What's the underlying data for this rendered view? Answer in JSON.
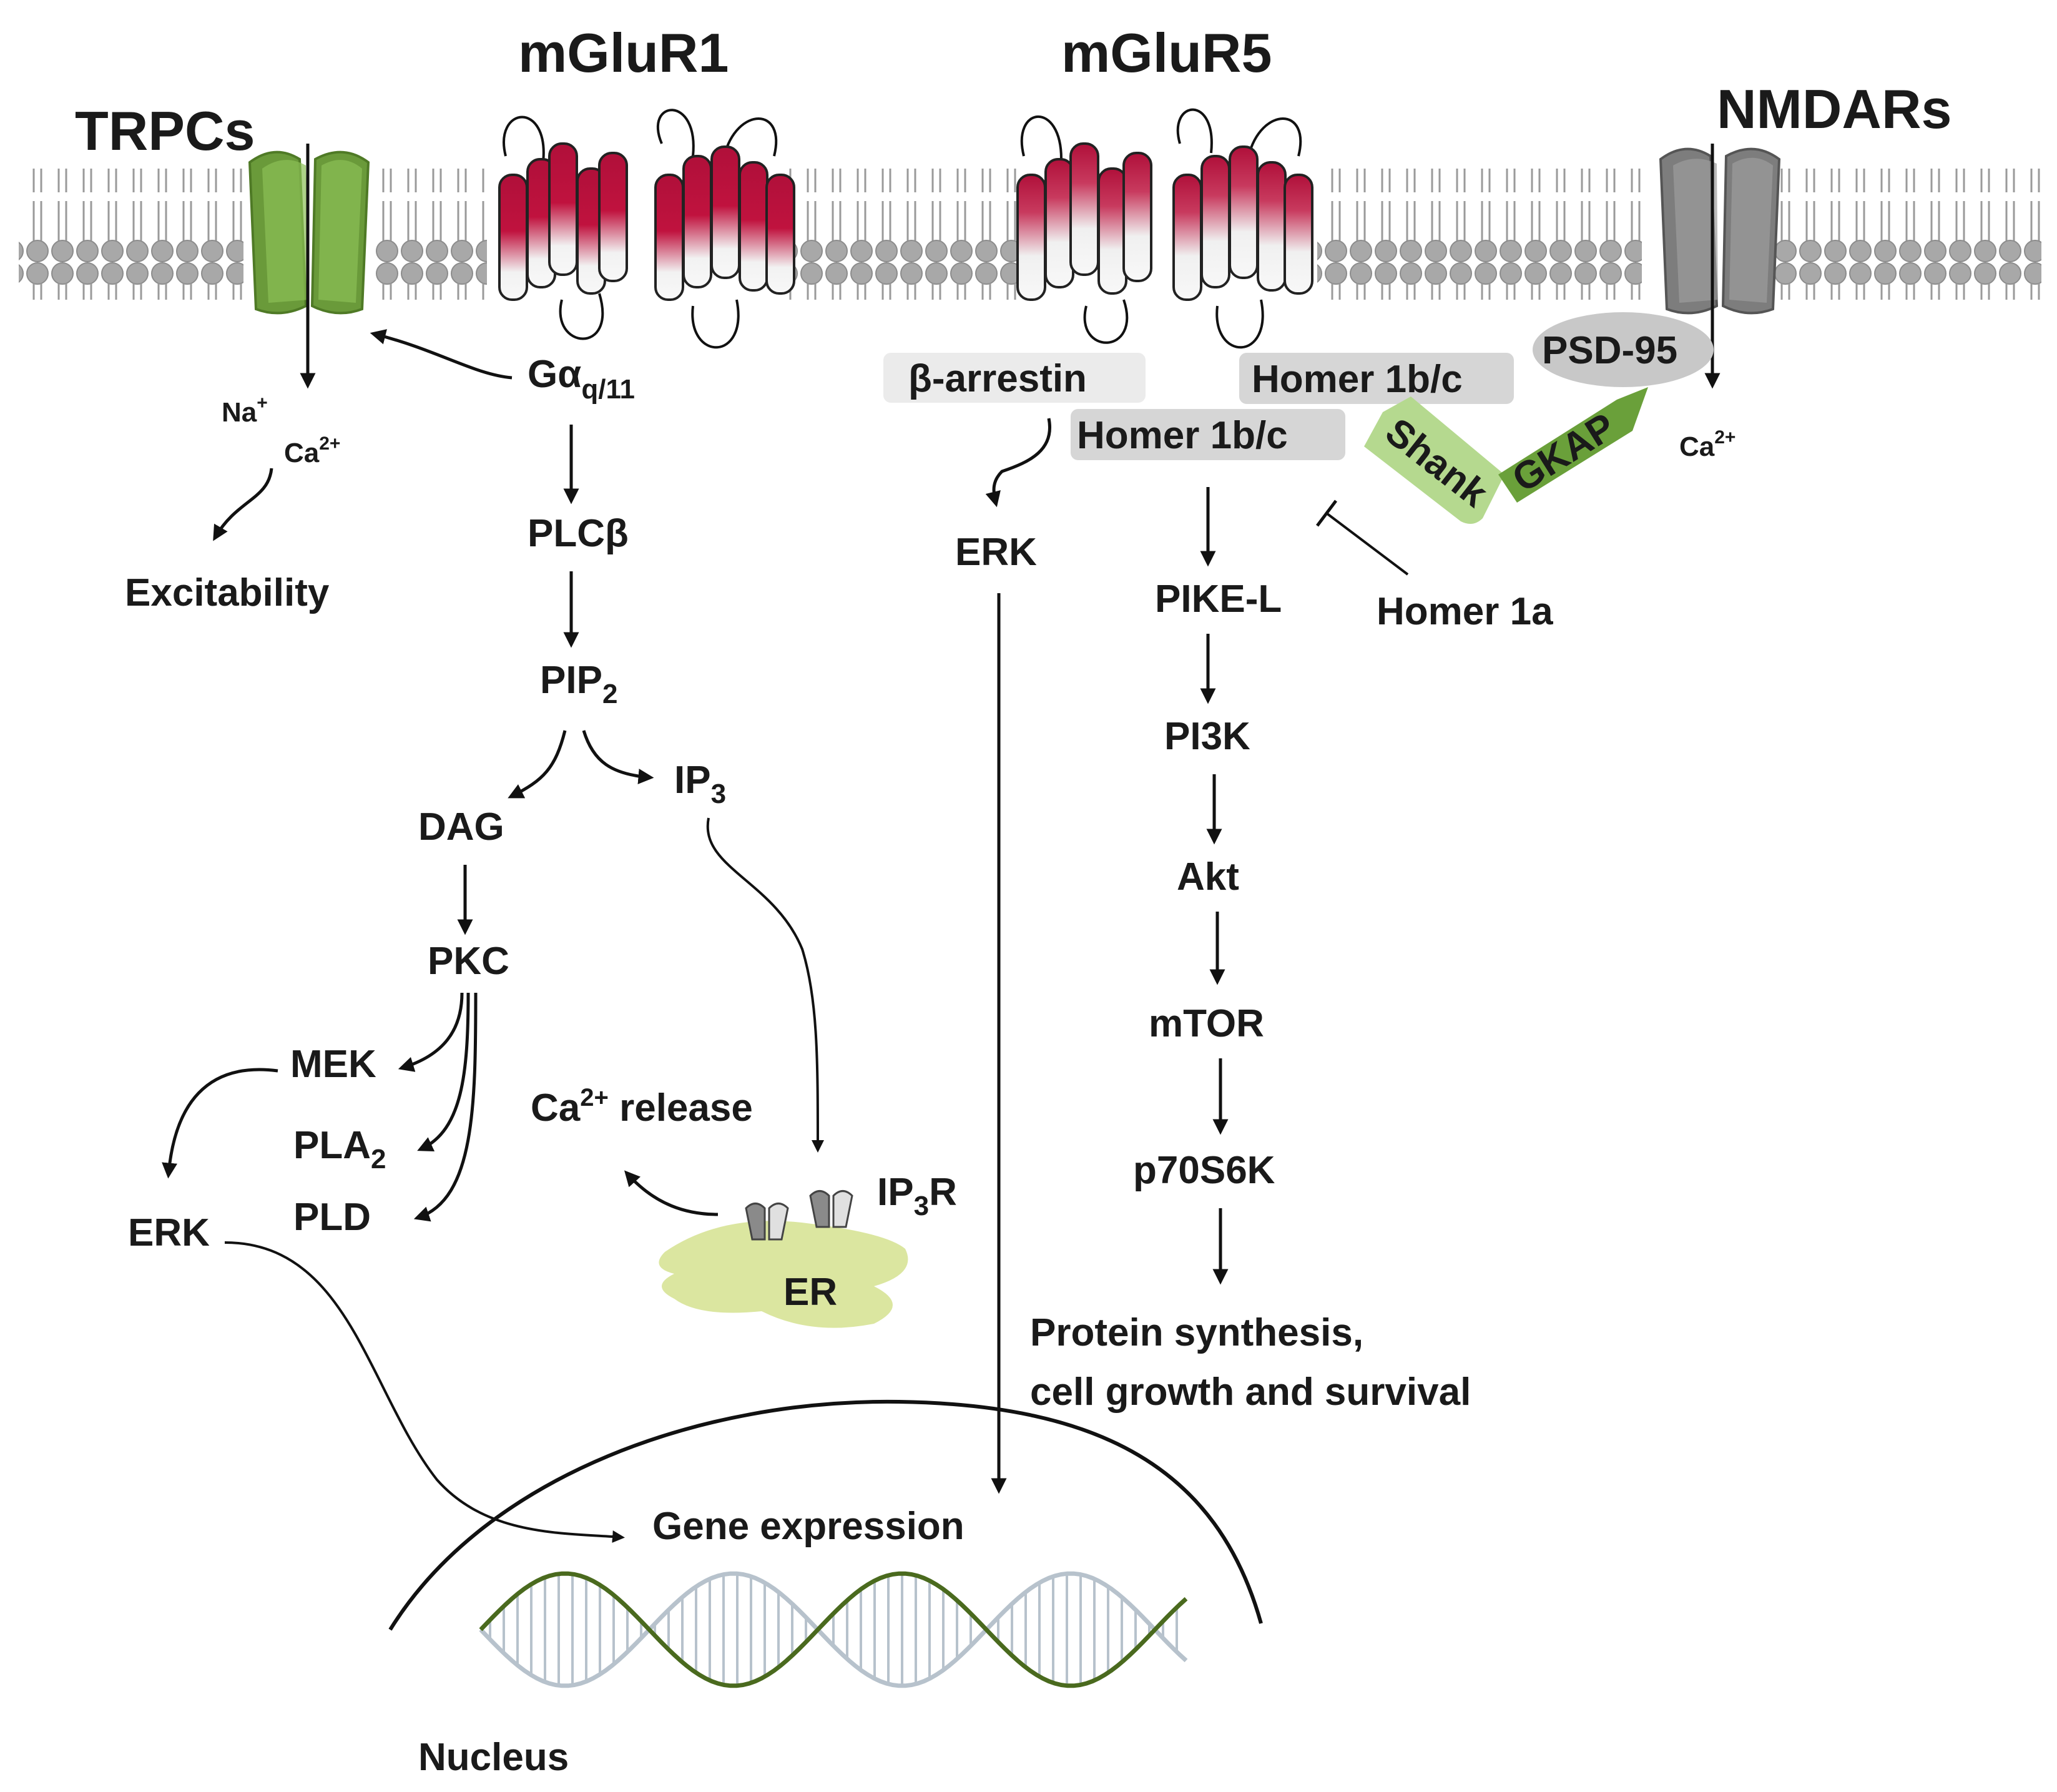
{
  "membrane": {
    "trpc_label": "TRPCs",
    "mglur1_label": "mGluR1",
    "mglur5_label": "mGluR5",
    "nmdar_label": "NMDARs"
  },
  "left_pathway": {
    "g_protein": "Gα",
    "g_protein_sub": "q/11",
    "ion_na": "Na",
    "ion_na_sup": "+",
    "ion_ca": "Ca",
    "ion_ca_sup": "2+",
    "excitability": "Excitability",
    "plcb": "PLCβ",
    "pip": "PIP",
    "pip_sub": "2",
    "dag": "DAG",
    "ip": "IP",
    "ip_sub": "3",
    "pkc": "PKC",
    "mek": "MEK",
    "pla": "PLA",
    "pla_sub": "2",
    "pld": "PLD",
    "erk": "ERK",
    "ca_release_base": "Ca",
    "ca_release_sup": "2+",
    "ca_release_rest": " release",
    "ip3r_base": "IP",
    "ip3r_sub": "3",
    "ip3r_rest": "R",
    "er": "ER"
  },
  "right_pathway": {
    "beta_arrestin": "β-arrestin",
    "erk": "ERK",
    "homer_upper": "Homer 1b/c",
    "homer_lower": "Homer 1b/c",
    "shank": "Shank",
    "gkap": "GKAP",
    "psd95": "PSD-95",
    "nmdar_ca": "Ca",
    "nmdar_ca_sup": "2+",
    "homer1a": "Homer 1a",
    "pike": "PIKE-L",
    "pi3k": "PI3K",
    "akt": "Akt",
    "mtor": "mTOR",
    "p70": "p70S6K",
    "outcome_line1": "Protein synthesis,",
    "outcome_line2": "cell growth and survival"
  },
  "nucleus": {
    "gene_expression": "Gene expression",
    "label": "Nucleus"
  },
  "colors": {
    "receptor_red": "#c0123e",
    "trpc_green": "#6a9a3a",
    "nmdar_grey": "#7d7d7d",
    "homer_grey": "#d6d6d6",
    "shank_green": "#b5d98f",
    "gkap_green": "#6aa03a",
    "er_green": "#dbe6a0",
    "dna_green": "#4a6a1e",
    "dna_grey": "#b7c2cc"
  }
}
